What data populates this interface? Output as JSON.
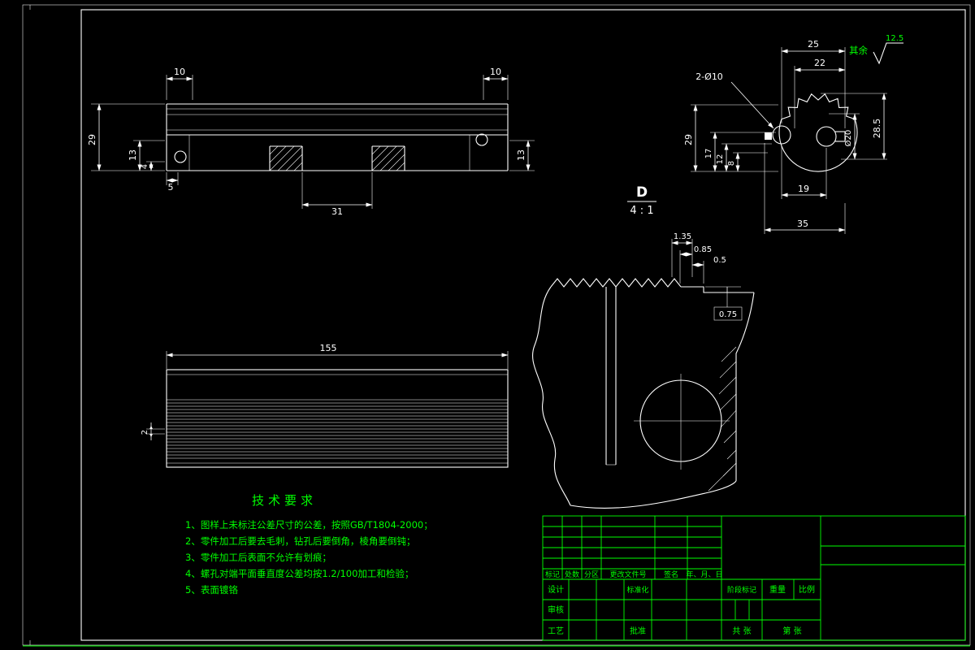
{
  "colors": {
    "bg": "#000000",
    "line": "#ffffff",
    "annot": "#00ff00"
  },
  "surface": {
    "note": "其余",
    "value": "12.5"
  },
  "detail_label": {
    "name": "D",
    "scale": "4 : 1"
  },
  "dims": {
    "side": {
      "left10": "10",
      "right10": "10",
      "h29": "29",
      "l13": "13",
      "l4": "4",
      "l5": "5",
      "b31": "31",
      "r13": "13"
    },
    "detail": {
      "w25": "25",
      "w22": "22",
      "holes": "2-Ø10",
      "h29": "29",
      "h17": "17",
      "h12": "12",
      "h8": "8",
      "h285": "28.5",
      "d20": "Ø20",
      "w19": "19",
      "w35": "35"
    },
    "profile": {
      "p135": "1.35",
      "p085": "0.85",
      "p05": "0.5",
      "p075": "0.75"
    },
    "plan": {
      "len": "155",
      "pitch": "2"
    }
  },
  "tech_req": {
    "title": "技术要求",
    "items": [
      "1、图样上未标注公差尺寸的公差，按照GB/T1804-2000；",
      "2、零件加工后要去毛刺，钻孔后要倒角，棱角要倒钝；",
      "3、零件加工后表面不允许有划痕；",
      "4、螺孔对端平面垂直度公差均按1.2/100加工和检验；",
      "5、表面镀铬"
    ]
  },
  "title_block": {
    "header": {
      "mark": "标记",
      "count": "处数",
      "zone": "分区",
      "doc": "更改文件号",
      "sign": "签名",
      "date": "年、月、日"
    },
    "roles": {
      "design": "设计",
      "standard": "标准化",
      "check": "审核",
      "process": "工艺",
      "approve": "批准"
    },
    "info": {
      "stage": "阶段标记",
      "weight": "重量",
      "scale": "比例",
      "sheets": "共  张",
      "sheet_no": "第  张"
    }
  }
}
